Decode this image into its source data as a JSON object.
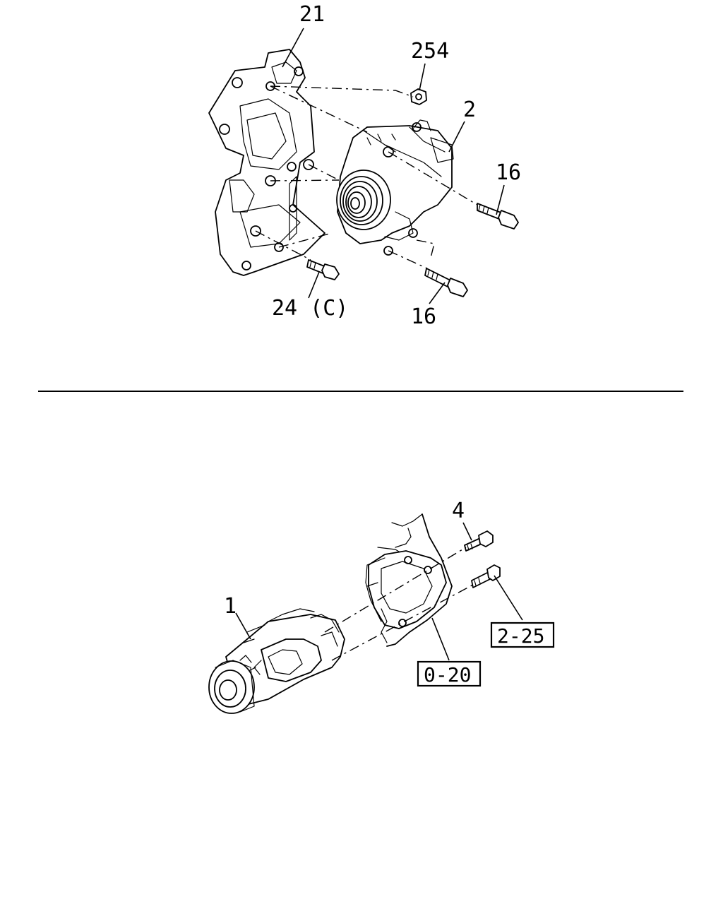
{
  "upper_assembly": {
    "callouts": {
      "bracket": "21",
      "nut": "254",
      "generator": "2",
      "bolt_upper": "16",
      "bolt_lower": "16",
      "bolt_bracket": "24 (C)"
    }
  },
  "lower_assembly": {
    "callouts": {
      "starter": "1",
      "bolt": "4"
    },
    "references": {
      "ref_bolt": "2-25",
      "ref_housing": "0-20"
    }
  }
}
